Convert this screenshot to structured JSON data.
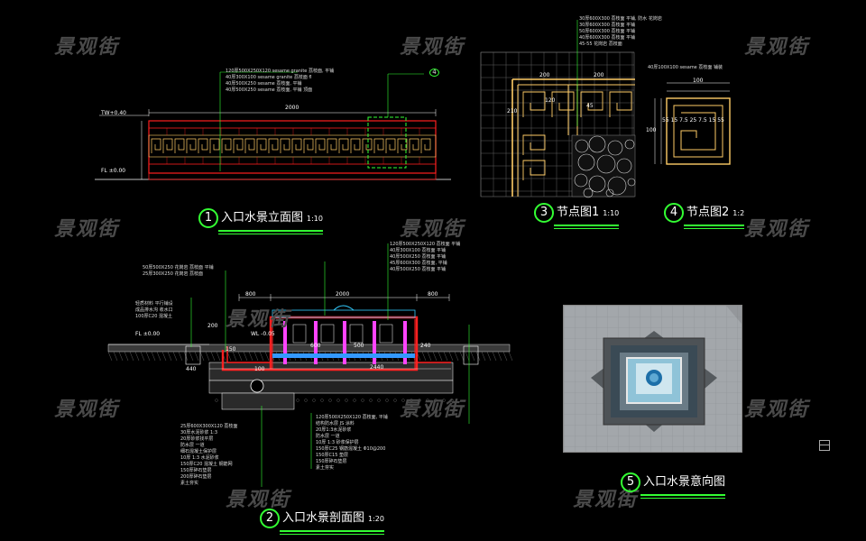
{
  "watermark": "景观街",
  "titles": {
    "t1": {
      "num": "1",
      "text": "入口水景立面图",
      "scale": "1:10"
    },
    "t2": {
      "num": "2",
      "text": "入口水景剖面图",
      "scale": "1:20"
    },
    "t3": {
      "num": "3",
      "text": "节点图1",
      "scale": "1:10"
    },
    "t4": {
      "num": "4",
      "text": "节点图2",
      "scale": "1:2"
    },
    "t5": {
      "num": "5",
      "text": "入口水景意向图",
      "scale": ""
    }
  },
  "elevation": {
    "overall_dim": "2000",
    "level_top": "TW+0.40",
    "level_fl": "FL ±0.00",
    "callout_num": "4",
    "notes": [
      "120厚500X250X120 sesame granite 荔枝面, 平铺",
      "40厚300X100 sesame granite 荔枝面 fl",
      "40厚500X250 sesame 荔枝面, 平铺",
      "40厚500X250 sesame 荔枝面, 平铺 顶面"
    ]
  },
  "section": {
    "dims": [
      "800",
      "2000",
      "800"
    ],
    "notes_left": [
      "50厚500X250 花岗岩 荔枝面 平铺",
      "25厚300X250 花岗岩 荔枝面",
      "轻质材料 平行铺设",
      "成品排水沟 收水口",
      "100厚C20 混凝土"
    ],
    "notes_right": [
      "120厚500X250X120 荔枝面 平铺",
      "40厚300X100 荔枝面 平铺",
      "40厚500X250 荔枝面 平铺",
      "45厚600X300 荔枝面, 平铺",
      "40厚500X250 荔枝面 平铺"
    ],
    "notes_bottom_left": [
      "25厚600X300X120 荔枝面",
      "30厚水泥砂浆 1:3",
      "20厚砂浆找平层",
      "防水层 一道",
      "细石混凝土保护层",
      "10厚 1:3 水泥砂浆",
      "150厚C20 混凝土 钢筋网",
      "150厚碎石垫层",
      "200厚碎石垫层",
      "素土夯实"
    ],
    "notes_bottom_mid": [
      "120厚500X250X120 荔枝面, 平铺",
      "结构防水层 JS 涂料",
      "20厚1:3水泥砂浆",
      "防水层 一道",
      "10厚 1:3 砂浆保护层",
      "150厚C25 钢筋混凝土 Φ10@200",
      "150厚C15 垫层",
      "150厚碎石垫层",
      "素土夯实"
    ],
    "levels": [
      "FL ±0.00",
      "WL -0.05"
    ],
    "inner_dims": [
      "2440",
      "600",
      "500",
      "240",
      "440",
      "100",
      "200",
      "150"
    ]
  },
  "node1": {
    "notes": [
      "30厚600X300 荔枝面 平铺, 防水 花岗岩",
      "30厚600X300 荔枝面 平铺",
      "50厚600X300 荔枝面 平铺",
      "40厚600X300 荔枝面 平铺",
      "45-55 花岗岩 荔枝面"
    ],
    "dims": [
      "200",
      "200",
      "210",
      "120",
      "45"
    ]
  },
  "node2": {
    "note": "40厚100X100 sesame 荔枝面 铺装",
    "dims_top": [
      "100"
    ],
    "dims_row": [
      "55",
      "15",
      "7.5",
      "25",
      "7.5",
      "15",
      "55"
    ],
    "dim_side": "100"
  },
  "colors": {
    "line_white": "#ffffff",
    "line_green": "#33ff33",
    "line_red": "#ff2020",
    "line_yellow": "#ffcc66",
    "line_cyan": "#33ccff",
    "line_magenta": "#ff44ff"
  }
}
